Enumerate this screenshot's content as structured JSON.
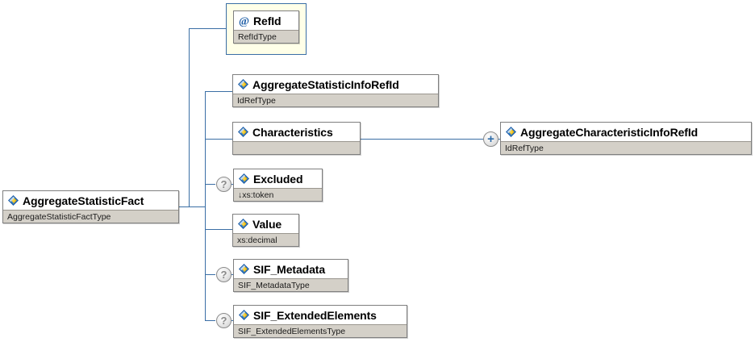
{
  "diagram": {
    "title": "AggregateStatisticFact XML Schema Diagram",
    "kind": "xsd-element-tree",
    "colors": {
      "connector": "#3a6ea5",
      "node_border": "#7f7f7f",
      "header_bg": "#ffffff",
      "type_bg": "#d4d0c8",
      "attribute_box_bg": "#ffffe8",
      "attribute_box_border": "#3a6ea5",
      "plus_badge": "#2f6ca8",
      "question_badge": "#8a8a8a"
    }
  },
  "root": {
    "name": "AggregateStatisticFact",
    "type": "AggregateStatisticFactType",
    "icon": "element-icon"
  },
  "attributes": [
    {
      "name": "RefId",
      "type": "RefIdType",
      "icon": "attribute-icon",
      "occurrence": ""
    }
  ],
  "children": [
    {
      "name": "AggregateStatisticInfoRefId",
      "type": "IdRefType",
      "icon": "element-icon",
      "occurrence": "",
      "expander": ""
    },
    {
      "name": "Characteristics",
      "type": "",
      "icon": "element-icon",
      "occurrence": "",
      "expander": ""
    },
    {
      "name": "Excluded",
      "type": "xs:token",
      "type_prefix": "↓",
      "icon": "element-icon",
      "occurrence": "?",
      "expander": ""
    },
    {
      "name": "Value",
      "type": "xs:decimal",
      "icon": "element-icon",
      "occurrence": "",
      "expander": ""
    },
    {
      "name": "SIF_Metadata",
      "type": "SIF_MetadataType",
      "icon": "element-icon",
      "occurrence": "?",
      "expander": ""
    },
    {
      "name": "SIF_ExtendedElements",
      "type": "SIF_ExtendedElementsType",
      "icon": "element-icon",
      "occurrence": "?",
      "expander": ""
    }
  ],
  "grandchildren": [
    {
      "parent": "Characteristics",
      "name": "AggregateCharacteristicInfoRefId",
      "type": "IdRefType",
      "icon": "element-icon",
      "expander": "+"
    }
  ]
}
